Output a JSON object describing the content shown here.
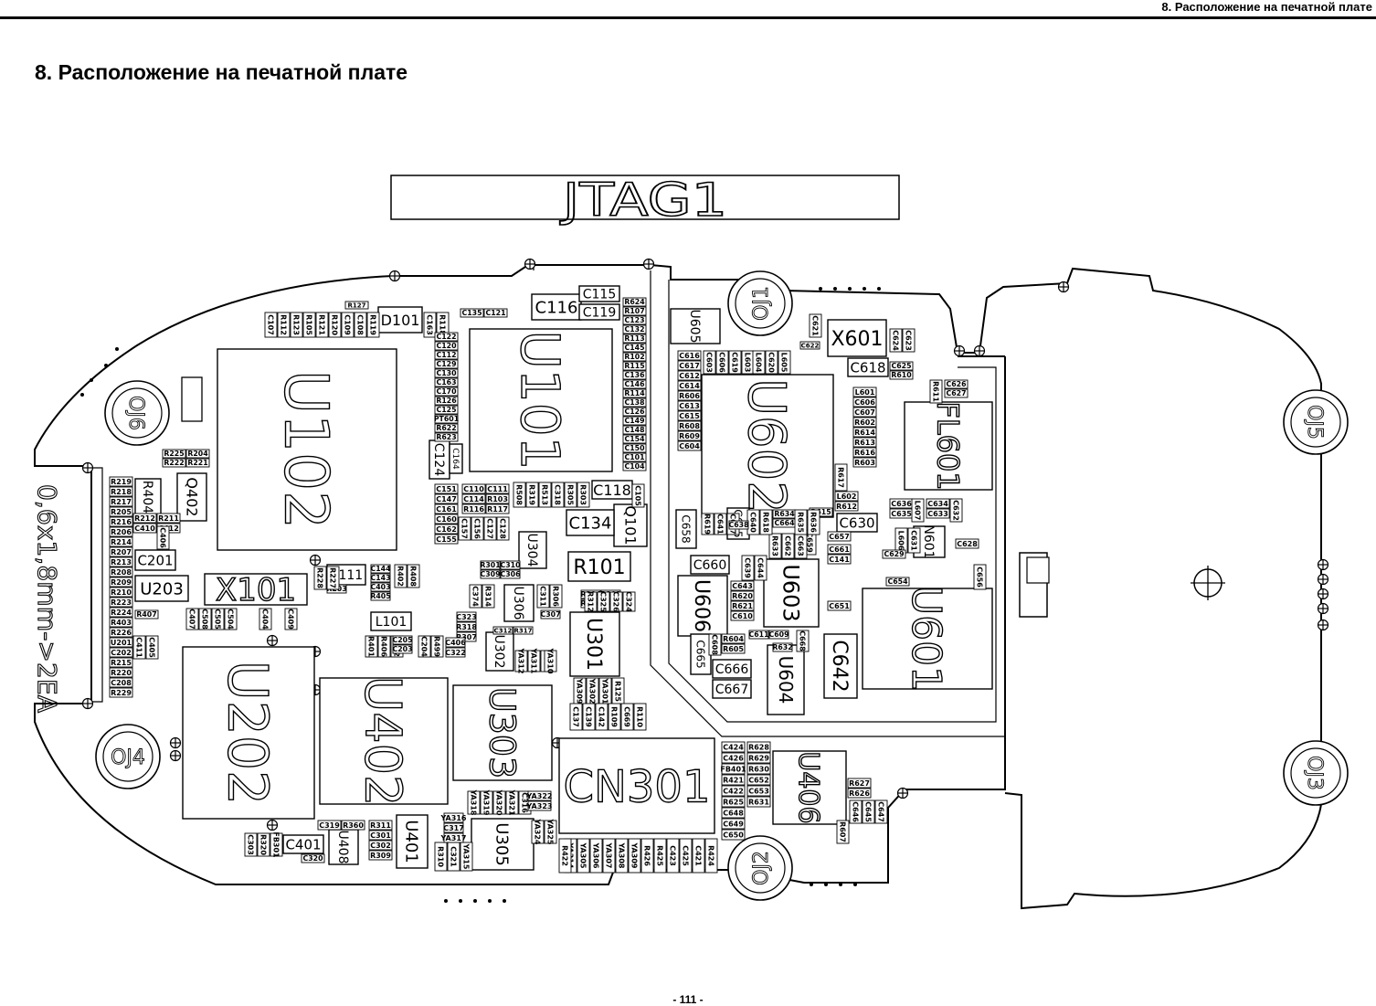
{
  "header": {
    "running_title": "8. Расположение на печатной плате"
  },
  "page": {
    "title": "8. Расположение на печатной плате",
    "page_number": "- 111 -"
  },
  "diagram": {
    "jtag_label": "JTAG1",
    "side_note": "0,6x1,8mm->2EA",
    "mount_holes": [
      "OJ1",
      "OJ2",
      "OJ3",
      "OJ4",
      "OJ5",
      "OJ6"
    ],
    "large_parts": [
      "U102",
      "U101",
      "U602",
      "U601",
      "FL601",
      "U202",
      "U402",
      "U303",
      "CN301",
      "U406",
      "U305",
      "U401",
      "U408",
      "U604",
      "U603",
      "U606",
      "U605",
      "X101",
      "X601",
      "U203",
      "U301",
      "U302",
      "U304",
      "U306",
      "N601",
      "Q402",
      "Q101",
      "D101",
      "C116",
      "C115",
      "C119",
      "C134",
      "C118",
      "C124",
      "C164",
      "R101",
      "R111",
      "C201",
      "R404",
      "L101",
      "C401",
      "C642",
      "C630",
      "C618",
      "C660",
      "C666",
      "C667",
      "C655",
      "C658",
      "C665"
    ],
    "small_parts": [
      "R127",
      "C107",
      "R112",
      "R123",
      "R105",
      "R121",
      "R120",
      "C109",
      "C108",
      "R119",
      "C163",
      "R118",
      "C135",
      "C121",
      "C122",
      "C120",
      "C112",
      "C129",
      "C130",
      "C163",
      "C170",
      "R126",
      "C125",
      "PT601",
      "R622",
      "R623",
      "R624",
      "R107",
      "C123",
      "C132",
      "R113",
      "C145",
      "R102",
      "R115",
      "C136",
      "C146",
      "R114",
      "C138",
      "C126",
      "C149",
      "C148",
      "C154",
      "C150",
      "C101",
      "C104",
      "C105",
      "C110",
      "C111",
      "C114",
      "R103",
      "R116",
      "R117",
      "C151",
      "C147",
      "C161",
      "C160",
      "C162",
      "C155",
      "C157",
      "C156",
      "C127",
      "C128",
      "R508",
      "R319",
      "R513",
      "C318",
      "R305",
      "R303",
      "R301",
      "C310",
      "C309",
      "C306",
      "R304",
      "R302",
      "R316",
      "R315",
      "R312",
      "C325",
      "C326",
      "C324",
      "C323",
      "R318",
      "R307",
      "C374",
      "R314",
      "C311",
      "R306",
      "C312",
      "R317",
      "C307",
      "YA312",
      "YA311",
      "C315",
      "YA310",
      "YA309",
      "YA302",
      "YA301",
      "R125",
      "C137",
      "C139",
      "C142",
      "R109",
      "C669",
      "R110",
      "C144",
      "C143",
      "C403",
      "R405",
      "R402",
      "R408",
      "R203",
      "R228",
      "R227",
      "R225",
      "R204",
      "R222",
      "R221",
      "R219",
      "R218",
      "R217",
      "R205",
      "R216",
      "R206",
      "R214",
      "R207",
      "R213",
      "R208",
      "R209",
      "R210",
      "R223",
      "R224",
      "R403",
      "R226",
      "U201",
      "C202",
      "R215",
      "R220",
      "C208",
      "R229",
      "R212",
      "R211",
      "C410",
      "C412",
      "C406",
      "R407",
      "C407",
      "C508",
      "C505",
      "C504",
      "C404",
      "C409",
      "C411",
      "C405",
      "R401",
      "R406",
      "C402",
      "C205",
      "C203",
      "C204",
      "R499",
      "C406",
      "C322",
      "C319",
      "R360",
      "R311",
      "C301",
      "C302",
      "R309",
      "C320",
      "C303",
      "R320",
      "FB301",
      "R310",
      "C321",
      "YA315",
      "YA316",
      "C317",
      "YA317",
      "YA318",
      "YA319",
      "YA320",
      "YA321",
      "C316",
      "YA322",
      "YA323",
      "YA324",
      "YA325",
      "YA314",
      "YA305",
      "YA306",
      "YA307",
      "YA308",
      "YA309",
      "R426",
      "R425",
      "C423",
      "C425",
      "C421",
      "R424",
      "R422",
      "C424",
      "C426",
      "FB401",
      "R421",
      "C422",
      "R625",
      "C648",
      "C649",
      "C650",
      "R628",
      "R629",
      "R630",
      "C652",
      "C653",
      "R631",
      "R627",
      "R626",
      "C646",
      "C645",
      "C647",
      "R607",
      "C616",
      "C617",
      "C612",
      "C614",
      "R606",
      "C613",
      "C615",
      "R608",
      "R609",
      "C604",
      "C603",
      "C606",
      "C619",
      "L603",
      "L604",
      "C620",
      "L605",
      "C621",
      "C622",
      "C624",
      "C623",
      "C625",
      "R610",
      "R611",
      "C626",
      "C627",
      "L601",
      "C606",
      "C607",
      "R602",
      "R614",
      "R613",
      "R616",
      "R603",
      "R617",
      "L602",
      "R612",
      "R615",
      "C636",
      "C635",
      "L607",
      "C634",
      "C633",
      "C632",
      "L606",
      "C631",
      "C629",
      "C628",
      "C654",
      "C656",
      "C657",
      "C659",
      "C661",
      "C141",
      "R633",
      "C662",
      "C663",
      "R634",
      "C664",
      "R635",
      "R636",
      "C640",
      "R618",
      "R619",
      "C641",
      "C637",
      "C638",
      "C639",
      "C644",
      "C643",
      "R620",
      "R621",
      "C610",
      "C608",
      "R604",
      "R605",
      "C611",
      "C609",
      "C668",
      "R632",
      "C651"
    ]
  }
}
